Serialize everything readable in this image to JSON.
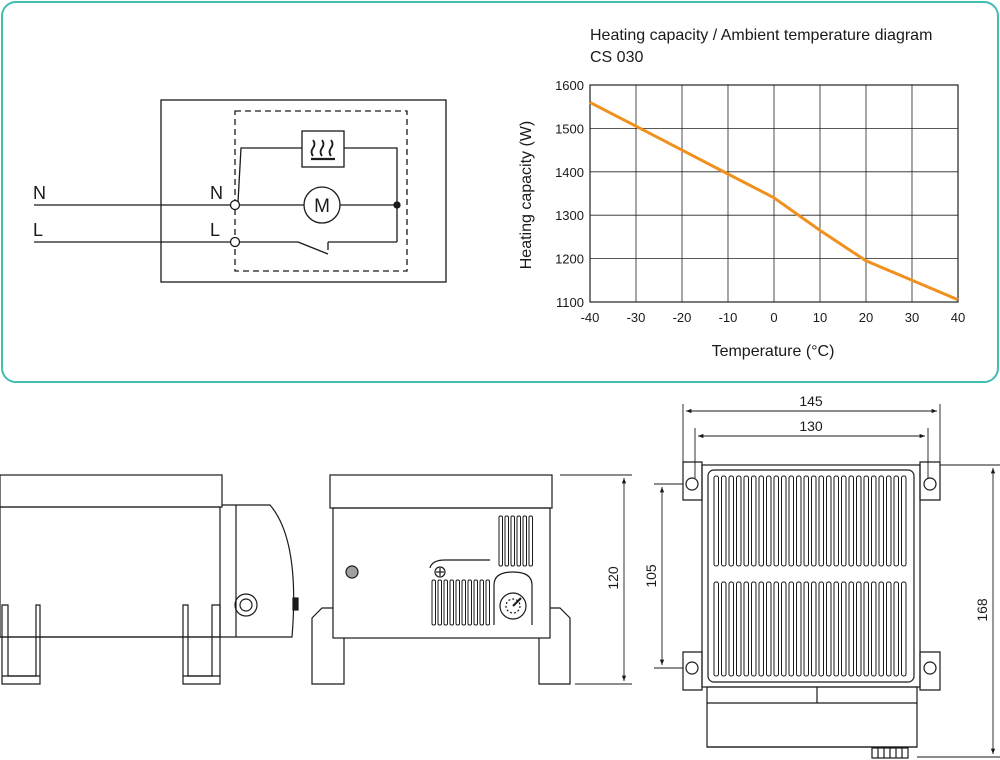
{
  "colors": {
    "panel_border": "#3fbfb0",
    "curve": "#f0901e",
    "grid": "#222222",
    "line": "#1a1a1a"
  },
  "wiring": {
    "terminal_left_n": "N",
    "terminal_left_l": "L",
    "terminal_inner_n": "N",
    "terminal_inner_l": "L",
    "motor_symbol": "M"
  },
  "chart_data": {
    "type": "line",
    "title": "Heating capacity / Ambient temperature diagram",
    "subtitle": "CS 030",
    "xlabel": "Temperature (°C)",
    "ylabel": "Heating capacity (W)",
    "xlim": [
      -40,
      40
    ],
    "ylim": [
      1100,
      1600
    ],
    "xticks": [
      -40,
      -30,
      -20,
      -10,
      0,
      10,
      20,
      30,
      40
    ],
    "yticks": [
      1100,
      1200,
      1300,
      1400,
      1500,
      1600
    ],
    "grid": true,
    "series": [
      {
        "x": [
          -40,
          -30,
          -20,
          -10,
          0,
          10,
          20,
          30,
          40
        ],
        "y": [
          1560,
          1505,
          1450,
          1395,
          1340,
          1265,
          1195,
          1150,
          1105
        ]
      }
    ]
  },
  "dimensions": {
    "width_outer": "145",
    "width_inner": "130",
    "height_front": "120",
    "height_mount": "105",
    "height_total": "168"
  }
}
